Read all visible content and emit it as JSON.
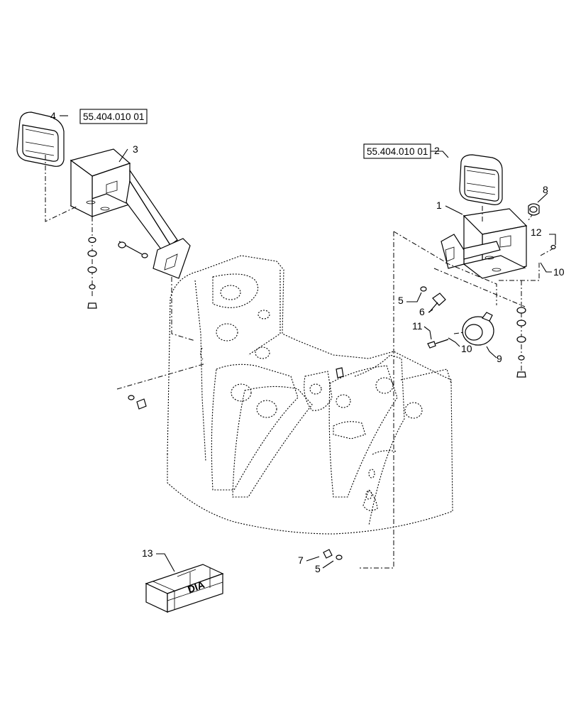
{
  "callouts": {
    "c1": "1",
    "c2": "2",
    "c3": "3",
    "c4": "4",
    "c5a": "5",
    "c5b": "5",
    "c6": "6",
    "c7": "7",
    "c8": "8",
    "c9": "9",
    "c10a": "10",
    "c10b": "10",
    "c11": "11",
    "c12": "12",
    "c13": "13"
  },
  "references": {
    "left": "55.404.010 01",
    "right": "55.404.010 01"
  },
  "crate_marking": "DIA"
}
